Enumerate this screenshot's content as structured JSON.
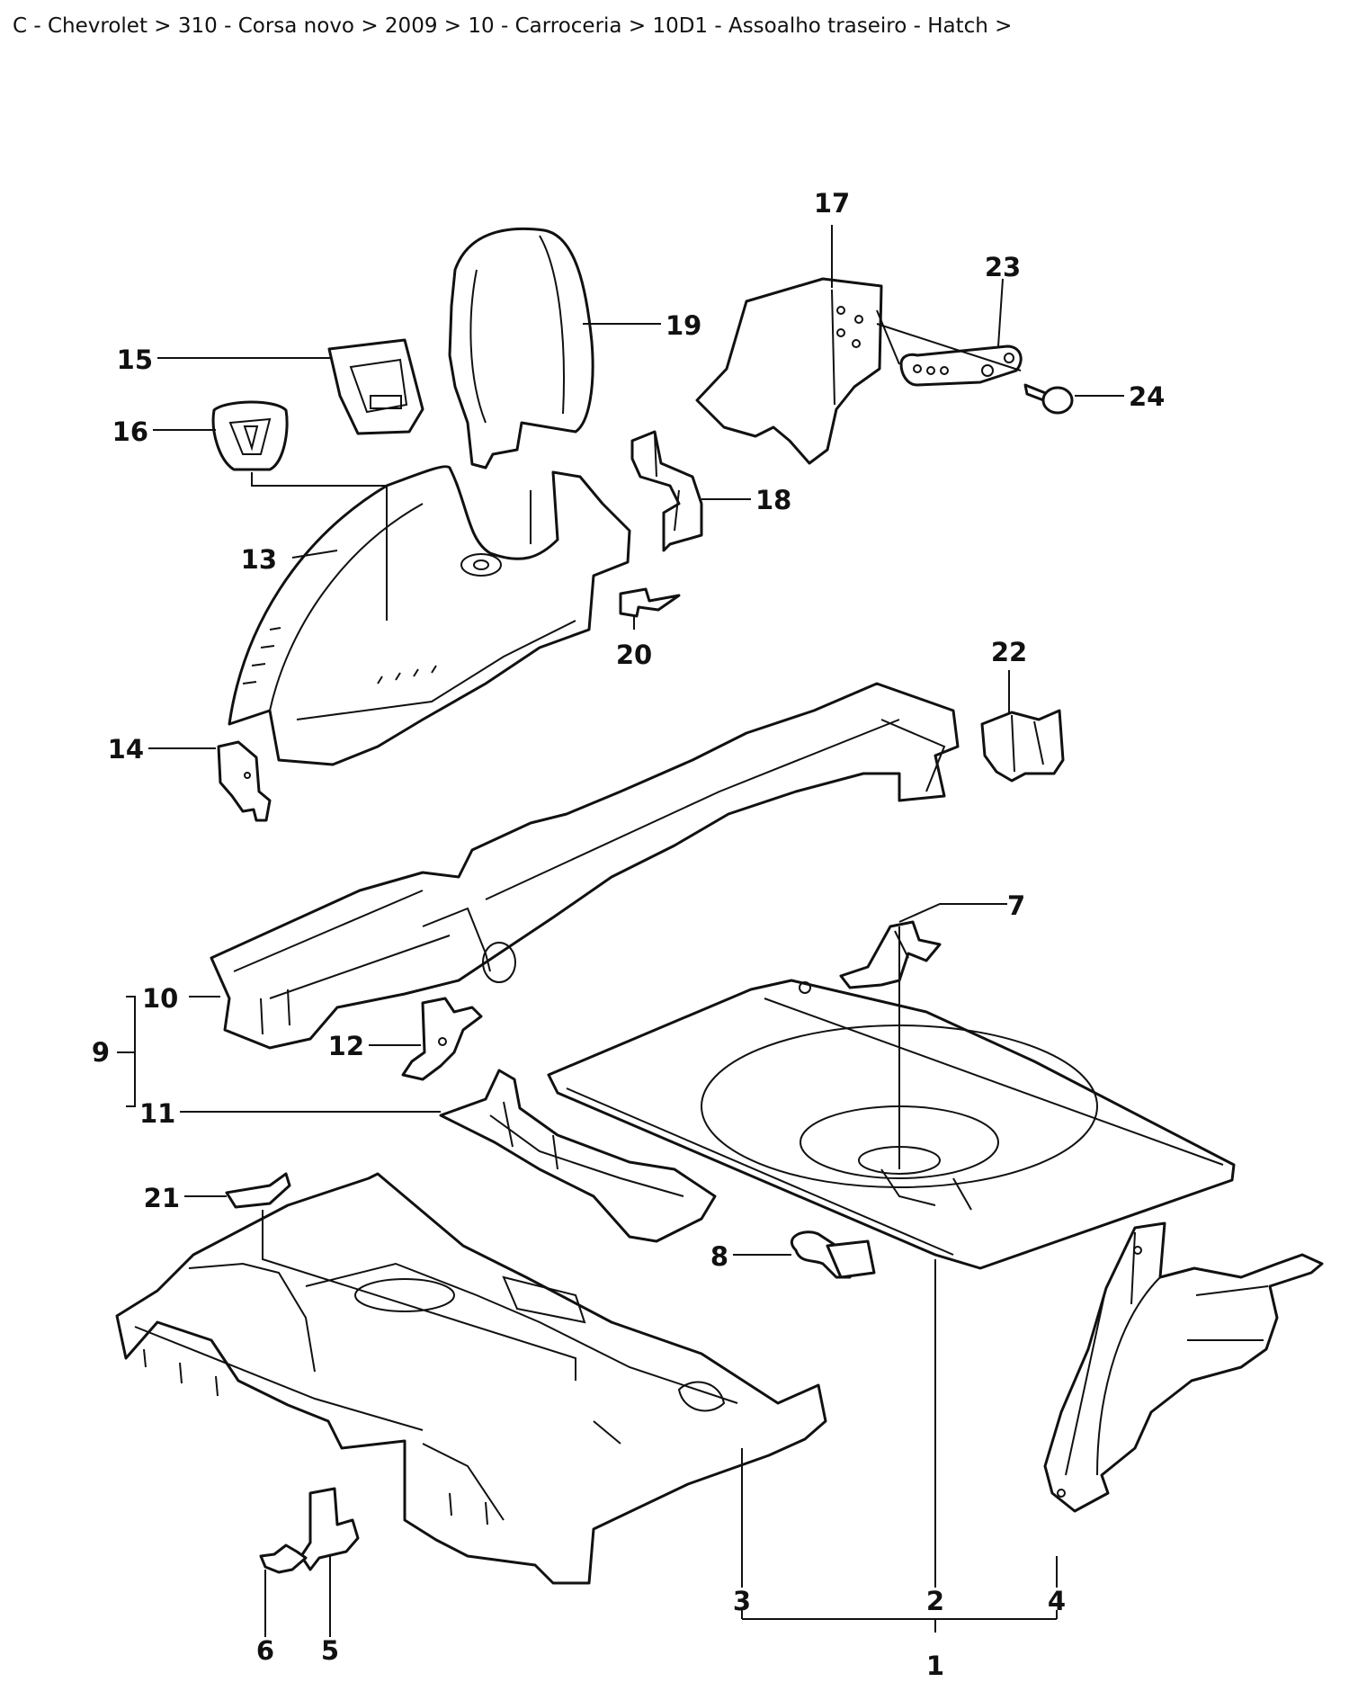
{
  "breadcrumb": [
    {
      "label": "C - Chevrolet"
    },
    {
      "label": "310 - Corsa novo"
    },
    {
      "label": "2009"
    },
    {
      "label": "10 - Carroceria"
    },
    {
      "label": "10D1 - Assoalho traseiro - Hatch"
    }
  ],
  "separator": ">",
  "callouts": {
    "c1": "1",
    "c2": "2",
    "c3": "3",
    "c4": "4",
    "c5": "5",
    "c6": "6",
    "c7": "7",
    "c8": "8",
    "c9": "9",
    "c10": "10",
    "c11": "11",
    "c12": "12",
    "c13": "13",
    "c14": "14",
    "c15": "15",
    "c16": "16",
    "c17": "17",
    "c18": "18",
    "c19": "19",
    "c20": "20",
    "c21": "21",
    "c22": "22",
    "c23": "23",
    "c24": "24"
  }
}
